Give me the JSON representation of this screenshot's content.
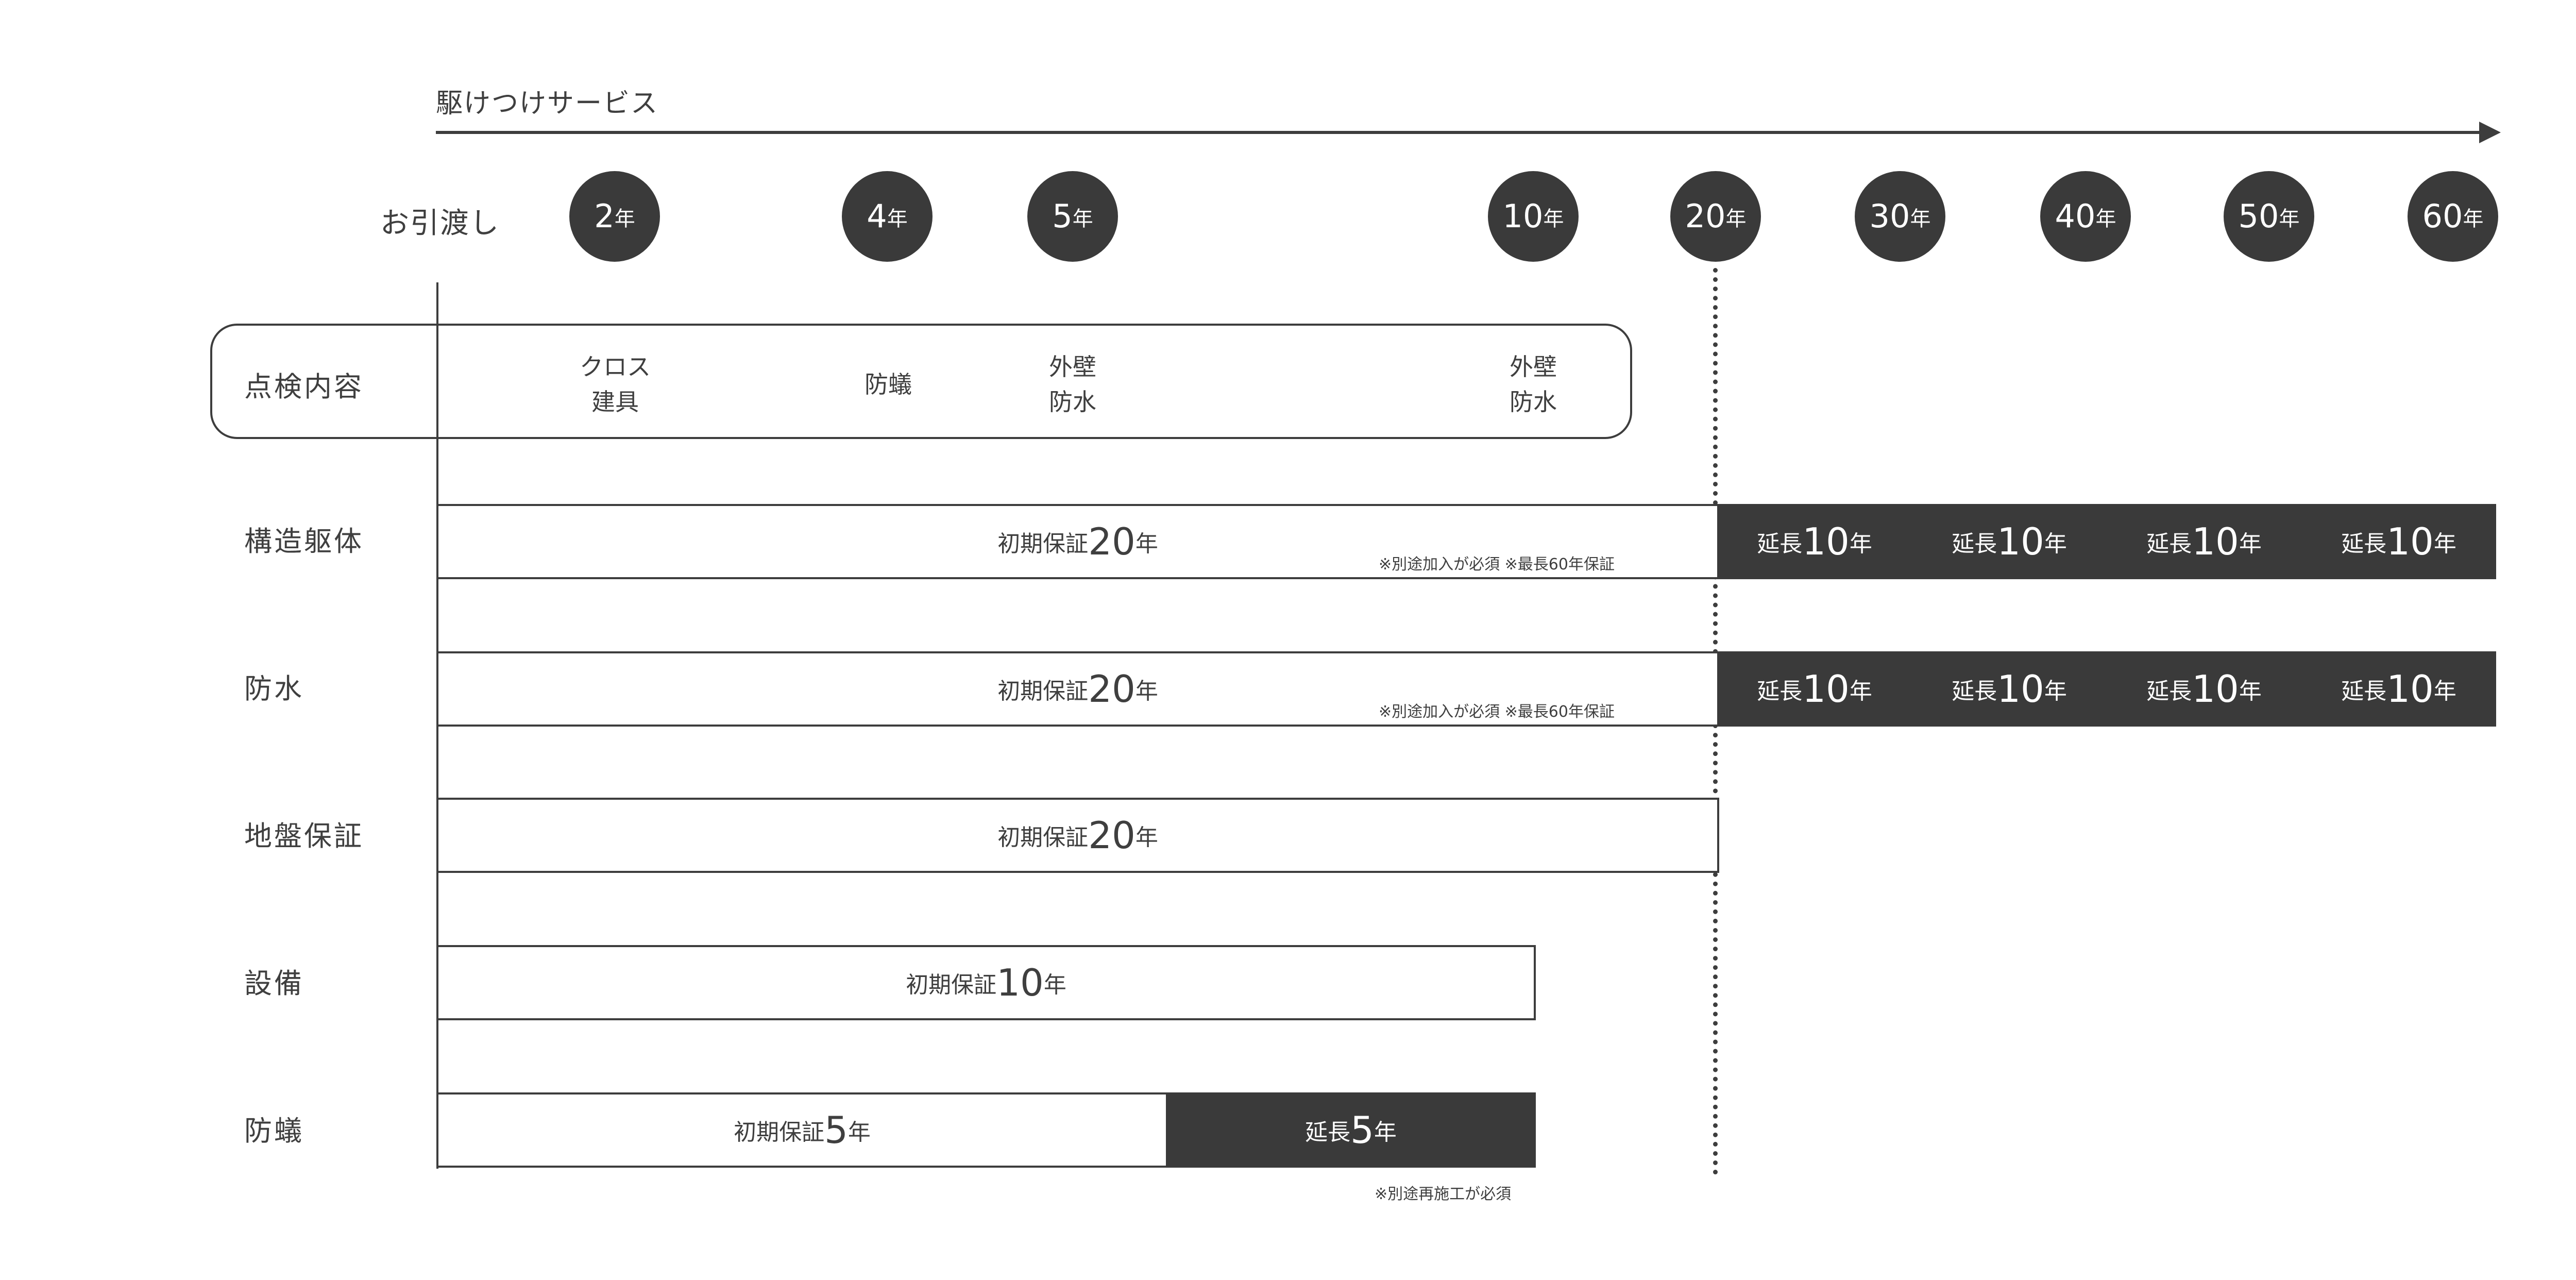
{
  "header": {
    "service_label": "駆けつけサービス",
    "handover_label": "お引渡し"
  },
  "milestones": [
    {
      "num": "2",
      "unit": "年"
    },
    {
      "num": "4",
      "unit": "年"
    },
    {
      "num": "5",
      "unit": "年"
    },
    {
      "num": "10",
      "unit": "年"
    },
    {
      "num": "20",
      "unit": "年"
    },
    {
      "num": "30",
      "unit": "年"
    },
    {
      "num": "40",
      "unit": "年"
    },
    {
      "num": "50",
      "unit": "年"
    },
    {
      "num": "60",
      "unit": "年"
    }
  ],
  "inspection": {
    "title": "点検内容",
    "items": [
      {
        "line1": "クロス",
        "line2": "建具"
      },
      {
        "line1": "防蟻",
        "line2": ""
      },
      {
        "line1": "外壁",
        "line2": "防水"
      },
      {
        "line1": "外壁",
        "line2": "防水"
      }
    ]
  },
  "rows": [
    {
      "label": "構造躯体",
      "initial": {
        "prefix": "初期保証",
        "num": "20",
        "unit": "年"
      },
      "note": "※別途加入が必須 ※最長60年保証",
      "extensions": [
        {
          "prefix": "延長",
          "num": "10",
          "unit": "年"
        },
        {
          "prefix": "延長",
          "num": "10",
          "unit": "年"
        },
        {
          "prefix": "延長",
          "num": "10",
          "unit": "年"
        },
        {
          "prefix": "延長",
          "num": "10",
          "unit": "年"
        }
      ]
    },
    {
      "label": "防水",
      "initial": {
        "prefix": "初期保証",
        "num": "20",
        "unit": "年"
      },
      "note": "※別途加入が必須 ※最長60年保証",
      "extensions": [
        {
          "prefix": "延長",
          "num": "10",
          "unit": "年"
        },
        {
          "prefix": "延長",
          "num": "10",
          "unit": "年"
        },
        {
          "prefix": "延長",
          "num": "10",
          "unit": "年"
        },
        {
          "prefix": "延長",
          "num": "10",
          "unit": "年"
        }
      ]
    },
    {
      "label": "地盤保証",
      "initial": {
        "prefix": "初期保証",
        "num": "20",
        "unit": "年"
      }
    },
    {
      "label": "設備",
      "initial": {
        "prefix": "初期保証",
        "num": "10",
        "unit": "年"
      }
    },
    {
      "label": "防蟻",
      "initial": {
        "prefix": "初期保証",
        "num": "5",
        "unit": "年"
      },
      "extension": {
        "prefix": "延長",
        "num": "5",
        "unit": "年"
      },
      "note": "※別途再施工が必須"
    }
  ],
  "colors": {
    "dark": "#3a3a3a",
    "line": "#3d3d3d",
    "background": "#ffffff"
  }
}
